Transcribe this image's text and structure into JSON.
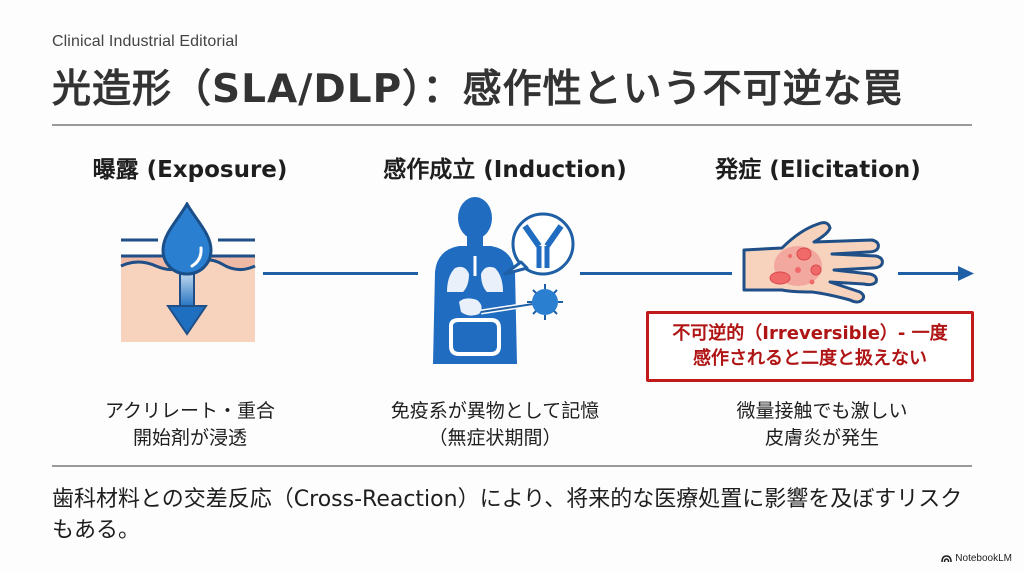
{
  "header": {
    "eyebrow": "Clinical Industrial Editorial",
    "title": "光造形（SLA/DLP）：感作性という不可逆な罠"
  },
  "stages": [
    {
      "heading": "曝露 (Exposure)",
      "icon": "droplet-penetrating-skin-icon",
      "desc_line1": "アクリレート・重合",
      "desc_line2": "開始剤が浸透"
    },
    {
      "heading": "感作成立 (Induction)",
      "icon": "human-body-antibody-icon",
      "desc_line1": "免疫系が異物として記憶",
      "desc_line2": "（無症状期間）"
    },
    {
      "heading": "発症 (Elicitation)",
      "icon": "hand-dermatitis-icon",
      "desc_line1": "微量接触でも激しい",
      "desc_line2": "皮膚炎が発生"
    }
  ],
  "warning": {
    "line1": "不可逆的（Irreversible）- 一度",
    "line2": "感作されると二度と扱えない"
  },
  "footer": {
    "note": "歯科材料との交差反応（Cross-Reaction）により、将来的な医療処置に影響を及ぼすリスクもある。"
  },
  "brand": {
    "label": "NotebookLM",
    "icon": "notebooklm-logo-icon"
  },
  "colors": {
    "accent_blue": "#1f5fa6",
    "warning_red": "#c11a1a",
    "skin": "#f6cdb4",
    "text_dark": "#222222"
  }
}
